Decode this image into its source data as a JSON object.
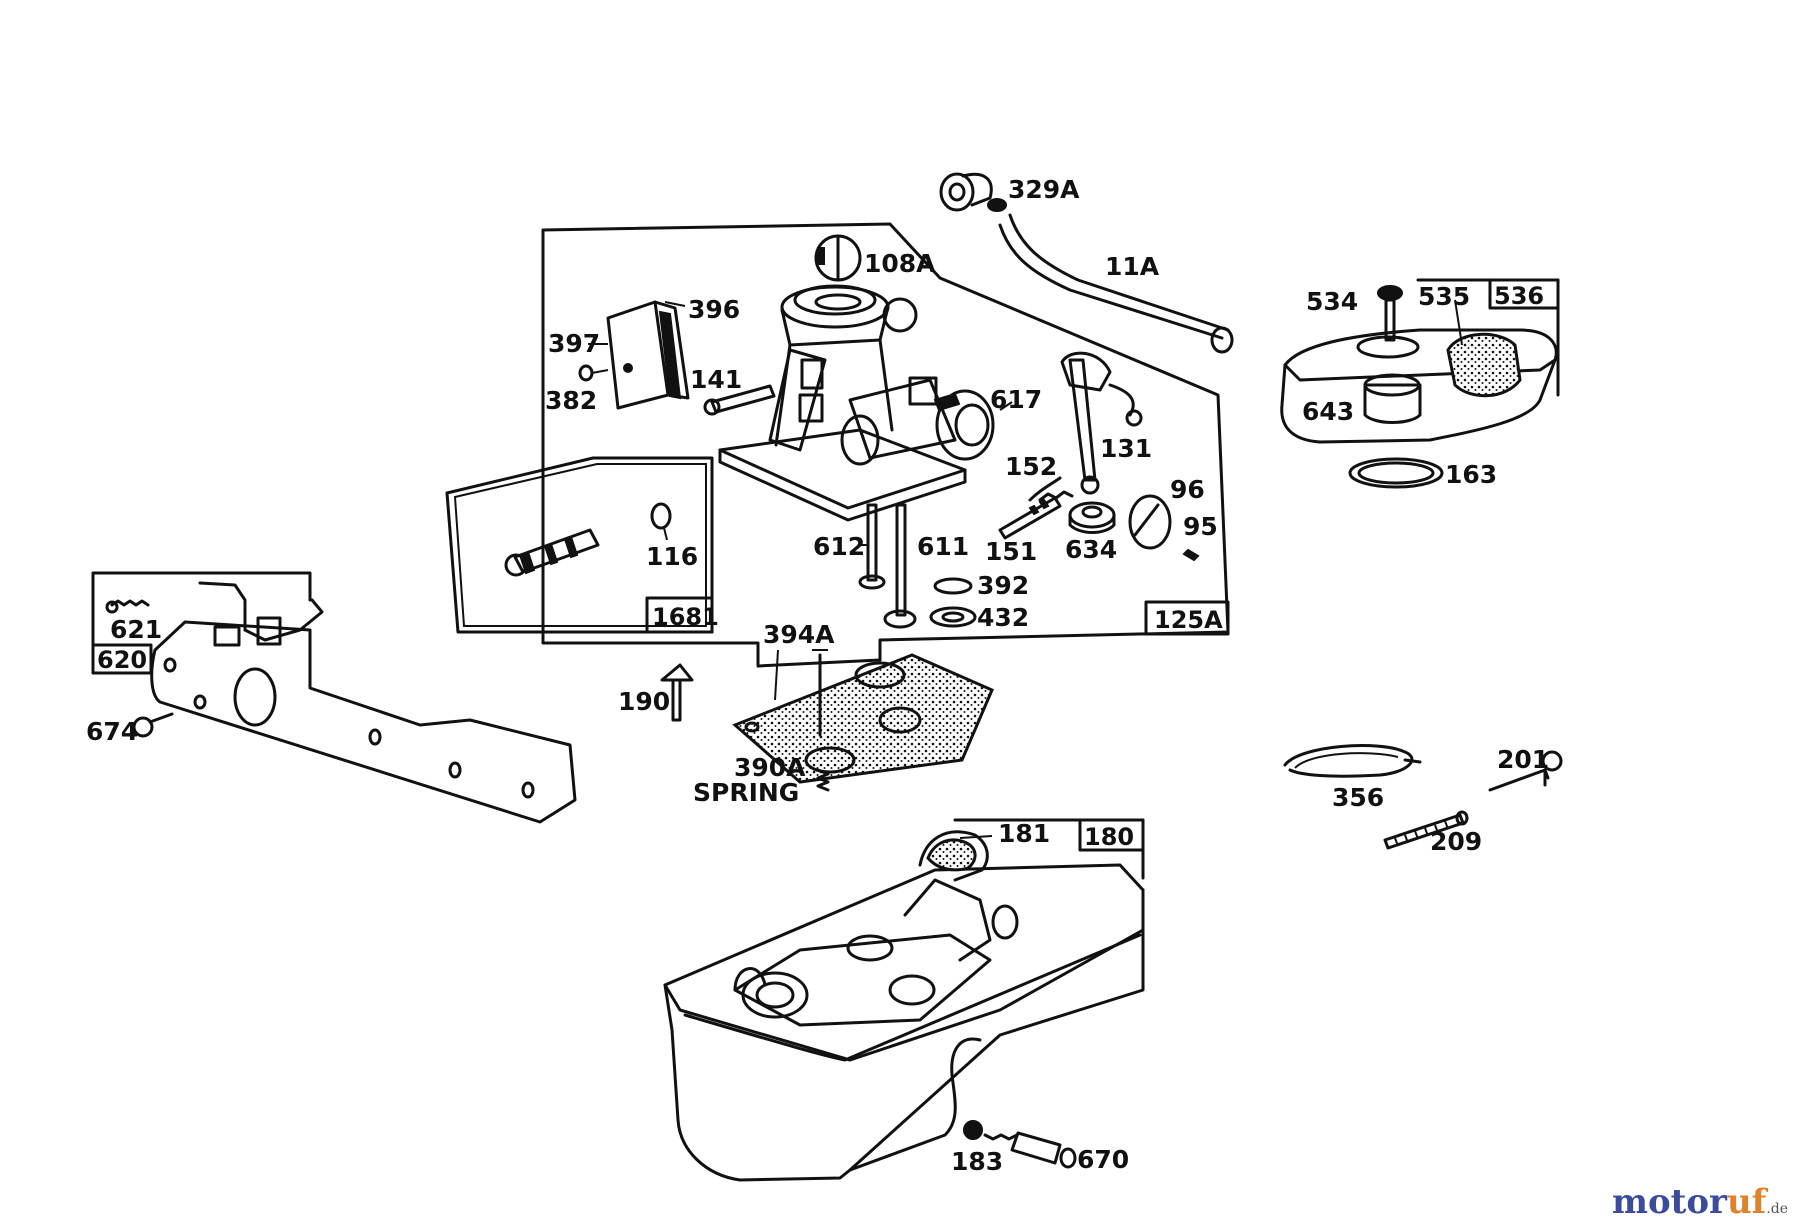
{
  "part_labels": {
    "p329A": "329A",
    "p11A": "11A",
    "p108A": "108A",
    "p396": "396",
    "p397": "397",
    "p382": "382",
    "p141": "141",
    "p617": "617",
    "p131": "131",
    "p534": "534",
    "p535": "535",
    "p536": "536",
    "p643": "643",
    "p163": "163",
    "p152": "152",
    "p96": "96",
    "p95": "95",
    "p151": "151",
    "p634": "634",
    "p612": "612",
    "p611": "611",
    "p392": "392",
    "p432": "432",
    "p116": "116",
    "p1681": "1681",
    "p125A": "125A",
    "p621": "621",
    "p620": "620",
    "p674": "674",
    "p394A": "394A",
    "p190": "190",
    "p390A": "390A",
    "spring": "SPRING",
    "p181": "181",
    "p180": "180",
    "p356": "356",
    "p201": "201",
    "p209": "209",
    "p183": "183",
    "p670": "670"
  },
  "watermark": {
    "main": "motor",
    "accent": "uf",
    "tld": ".de"
  },
  "colors": {
    "ink": "#111111",
    "background": "#ffffff",
    "watermark_main": "#3a4c9a",
    "watermark_accent": "#e0822a"
  }
}
